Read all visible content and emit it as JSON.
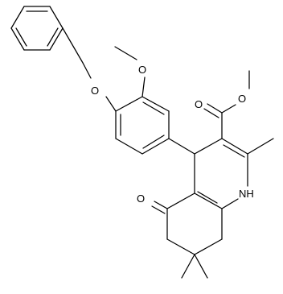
{
  "figure": {
    "kind": "chemical-structure",
    "background_color": "#ffffff",
    "bond_color": "#000000",
    "atom_labels": {
      "benzyl_ether_oxygen": "O",
      "methoxy_oxygen": "O",
      "ester_carbonyl_oxygen": "O",
      "ester_alkoxy_oxygen": "O",
      "ketone_oxygen": "O",
      "amine": "NH"
    }
  }
}
